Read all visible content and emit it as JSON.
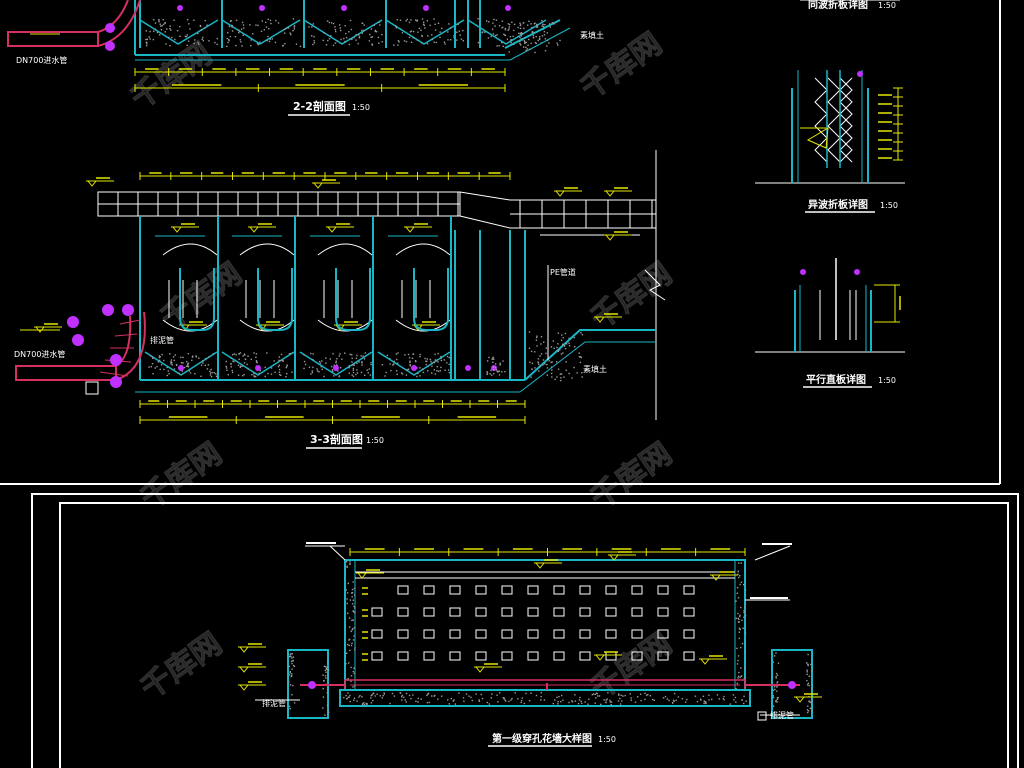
{
  "colors": {
    "background": "#000000",
    "structure": "#19b6c6",
    "dimension": "#e6e600",
    "pipe": "#d43060",
    "marker": "#c030ff",
    "label": "#ffffff",
    "frame": "#ffffff",
    "fill": "#9a9a9a"
  },
  "drawings": {
    "section_2_2": {
      "title": "2-2剖面图",
      "scale": "1:50"
    },
    "section_3_3": {
      "title": "3-3剖面图",
      "scale": "1:50"
    },
    "baffle_detail_1": {
      "title": "异波折板详图",
      "scale": "1:50"
    },
    "baffle_detail_2": {
      "title": "平行直板详图",
      "scale": "1:50"
    },
    "top_detail": {
      "title": "同波折板详图",
      "scale": "1:50"
    },
    "bottom_section": {
      "title": "第一级穿孔花墙大样图",
      "scale": "1:50"
    }
  },
  "annotations": {
    "inlet_pipe": "DN700进水管",
    "backfill": "素填土",
    "sludge_pipe": "排泥管",
    "plastic_note": "PE管道",
    "drain": "排泥管"
  },
  "watermark": "千库网"
}
